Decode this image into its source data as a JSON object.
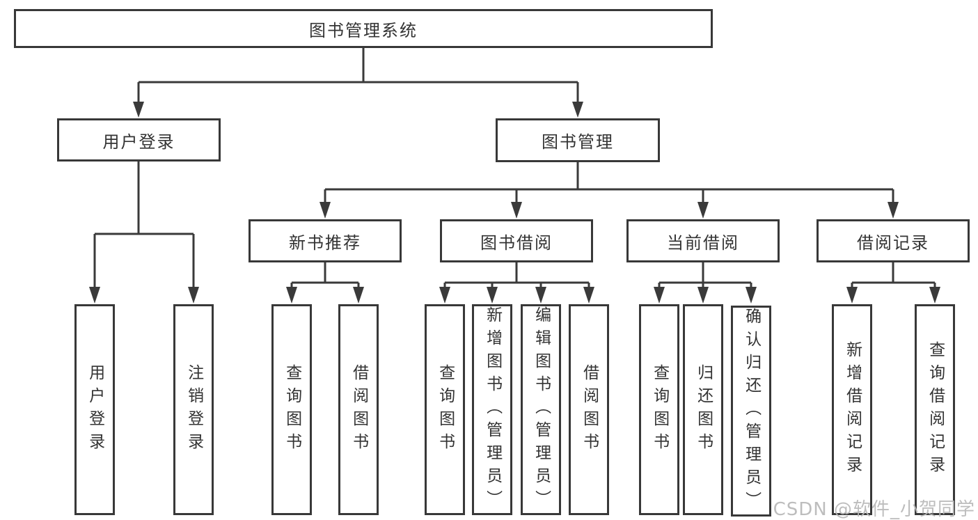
{
  "nodes": {
    "root": "图书管理系统",
    "level2": [
      "用户登录",
      "图书管理"
    ],
    "level3": [
      "新书推荐",
      "图书借阅",
      "当前借阅",
      "借阅记录"
    ],
    "leaves_login": [
      "用户登录",
      "注销登录"
    ],
    "leaves_recommend": [
      "查询图书",
      "借阅图书"
    ],
    "leaves_borrow": [
      "查询图书",
      "新增图书（管理员）",
      "编辑图书（管理员）",
      "借阅图书"
    ],
    "leaves_current": [
      "查询图书",
      "归还图书",
      "确认归还（管理员）"
    ],
    "leaves_records": [
      "新增借阅记录",
      "查询借阅记录"
    ]
  },
  "watermark": "CSDN @软件_小贺同学",
  "colors": {
    "line": "#3a3a3a",
    "box_border": "#383838",
    "text": "#333333",
    "background": "#ffffff",
    "watermark": "#b8b8b8"
  }
}
